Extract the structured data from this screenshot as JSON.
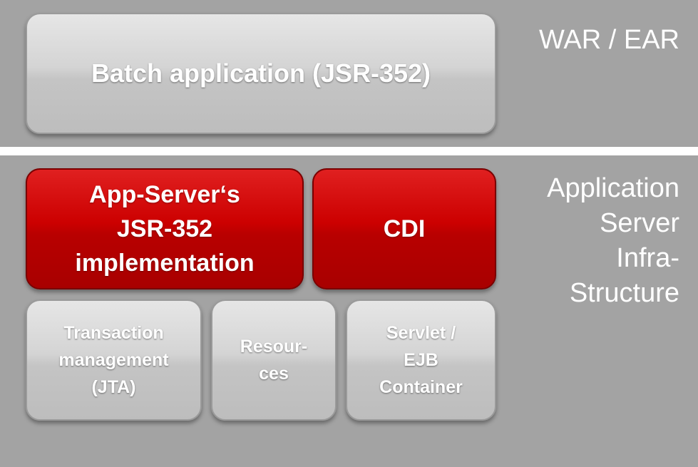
{
  "layers": {
    "deployment": {
      "label": "WAR / EAR",
      "boxes": {
        "batch_application": "Batch application (JSR-352)"
      }
    },
    "infrastructure": {
      "label": "Application\nServer\nInfra-\nStructure",
      "boxes": {
        "jsr352_implementation": "App-Server‘s\nJSR-352\nimplementation",
        "cdi": "CDI",
        "transaction_management": "Transaction\nmanagement\n(JTA)",
        "resources": "Resour-\nces",
        "servlet_ejb_container": "Servlet /\nEJB\nContainer"
      }
    }
  },
  "colors": {
    "background": "#a3a3a3",
    "divider": "#ffffff",
    "grey_box": "#d0d0d0",
    "red_box": "#c00000",
    "text": "#ffffff"
  }
}
